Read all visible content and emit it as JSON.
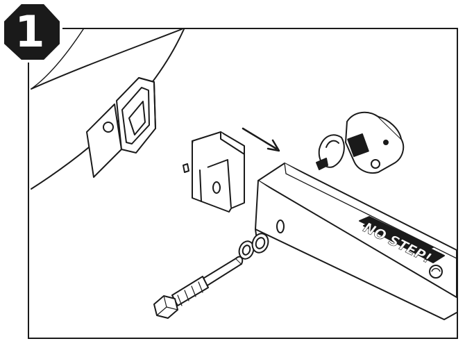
{
  "step": {
    "number": "1"
  },
  "product_logo": {
    "text": "NO STEP!"
  },
  "colors": {
    "ink": "#1a1a1a",
    "badge": "#1a1a1a",
    "paper": "#ffffff"
  },
  "icons": [
    "step-number-badge",
    "assembly-arrow-icon",
    "logo-swirl-icon"
  ]
}
